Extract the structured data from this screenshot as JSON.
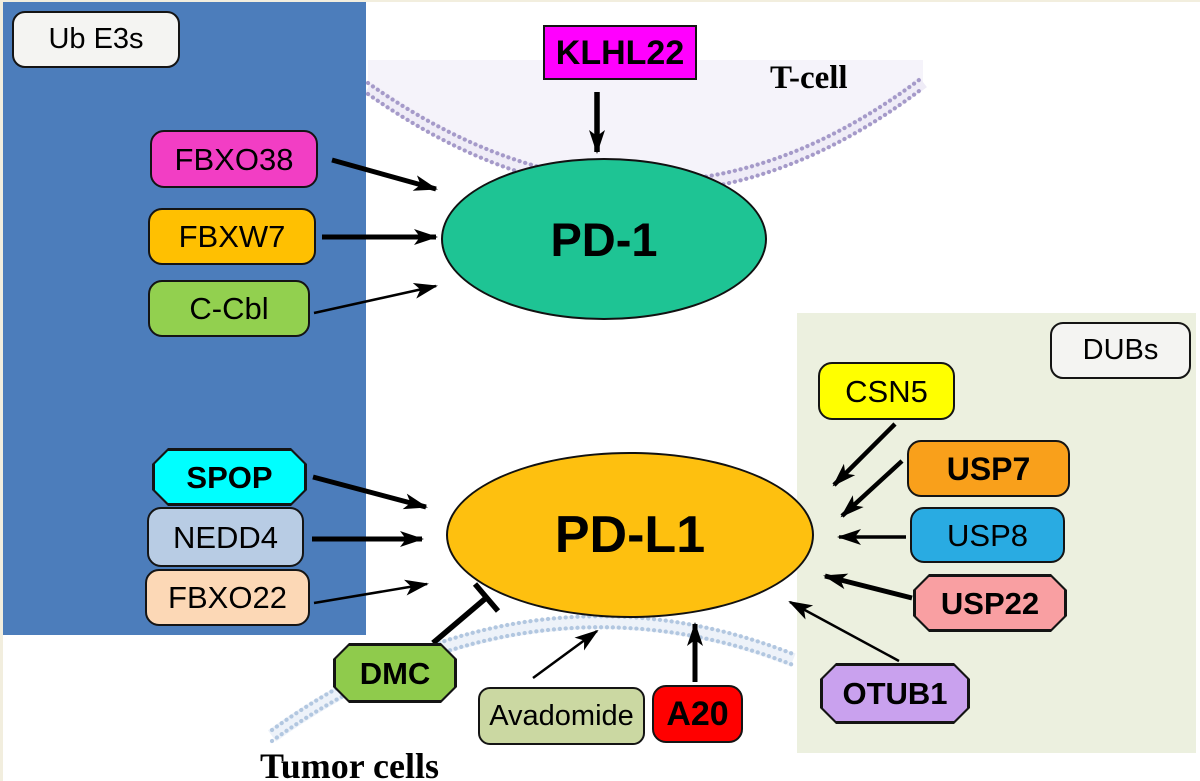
{
  "cells": {
    "t_cell": "T-cell",
    "tumor_cells": "Tumor cells"
  },
  "receptors": {
    "pd1": {
      "label": "PD-1",
      "color": "#1EC494"
    },
    "pdl1": {
      "label": "PD-L1",
      "color": "#FEC00F"
    }
  },
  "ub_e3s_panel": {
    "title": "Ub E3s",
    "title_bg": "#F4F4F2",
    "color": "#4C7DBB",
    "members": {
      "klhl22": {
        "label": "KLHL22",
        "color": "#FF00FE"
      },
      "fbxo38": {
        "label": "FBXO38",
        "color": "#F23EC4"
      },
      "fbxw7": {
        "label": "FBXW7",
        "color": "#FFC001"
      },
      "ccbl": {
        "label": "C-Cbl",
        "color": "#92D04F"
      },
      "spop": {
        "label": "SPOP",
        "color": "#00FFFF"
      },
      "nedd4": {
        "label": "NEDD4",
        "color": "#B8CCE4"
      },
      "fbxo22": {
        "label": "FBXO22",
        "color": "#FCD8B6"
      }
    }
  },
  "dubs_panel": {
    "title": "DUBs",
    "title_bg": "#F4F4F2",
    "color": "#ECF0DF",
    "members": {
      "csn5": {
        "label": "CSN5",
        "color": "#FFFF00"
      },
      "usp7": {
        "label": "USP7",
        "color": "#F9A01B"
      },
      "usp8": {
        "label": "USP8",
        "color": "#29ABE2"
      },
      "usp22": {
        "label": "USP22",
        "color": "#F99FA2"
      },
      "otub1": {
        "label": "OTUB1",
        "color": "#C9A1EE"
      }
    }
  },
  "modulators": {
    "dmc": {
      "label": "DMC",
      "color": "#8FCB4C"
    },
    "avadomide": {
      "label": "Avadomide",
      "color": "#CBD8A2"
    },
    "a20": {
      "label": "A20",
      "color": "#FF0000"
    }
  },
  "membranes": {
    "t_cell_body": "#F5F3FA",
    "t_cell_dots": "#A59AC9",
    "tumor_dots": "#B2C7E0"
  }
}
